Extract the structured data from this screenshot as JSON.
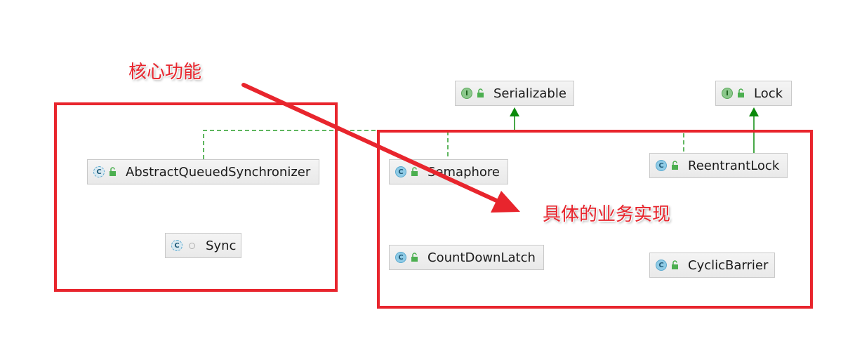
{
  "nodes": {
    "aqs": {
      "label": "AbstractQueuedSynchronizer",
      "kind": "abstract-class"
    },
    "sync": {
      "label": "Sync",
      "kind": "abstract-class"
    },
    "serializable": {
      "label": "Serializable",
      "kind": "interface"
    },
    "lock": {
      "label": "Lock",
      "kind": "interface"
    },
    "semaphore": {
      "label": "Semaphore",
      "kind": "class"
    },
    "reentrantlock": {
      "label": "ReentrantLock",
      "kind": "class"
    },
    "countdownlatch": {
      "label": "CountDownLatch",
      "kind": "class"
    },
    "cyclicbarrier": {
      "label": "CyclicBarrier",
      "kind": "class"
    }
  },
  "badges": {
    "class": "C",
    "interface": "I"
  },
  "annotations": {
    "core": "核心功能",
    "impl": "具体的业务实现"
  },
  "colors": {
    "highlight": "#e8252d",
    "dependency": "#2a9d2a",
    "implements_arrow": "#0a8a0a",
    "class_badge": "#8fcbe6",
    "interface_badge": "#8cc88c"
  },
  "icons": [
    "class-icon",
    "abstract-class-icon",
    "interface-icon",
    "unlock-icon",
    "visibility-dot-icon",
    "arrow-icon"
  ]
}
